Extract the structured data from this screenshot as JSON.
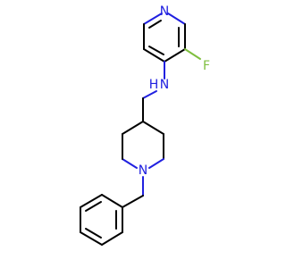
{
  "molecule": {
    "atoms": [
      {
        "id": "N1",
        "symbol": "N",
        "label": "N",
        "color": "#2020e0"
      },
      {
        "id": "F1",
        "symbol": "F",
        "label": "F",
        "color": "#7fbf3f"
      },
      {
        "id": "NH",
        "symbol": "N",
        "label": "N",
        "sublabel": "H",
        "color": "#2020e0"
      },
      {
        "id": "N2",
        "symbol": "N",
        "label": "N",
        "color": "#2020e0"
      }
    ]
  }
}
